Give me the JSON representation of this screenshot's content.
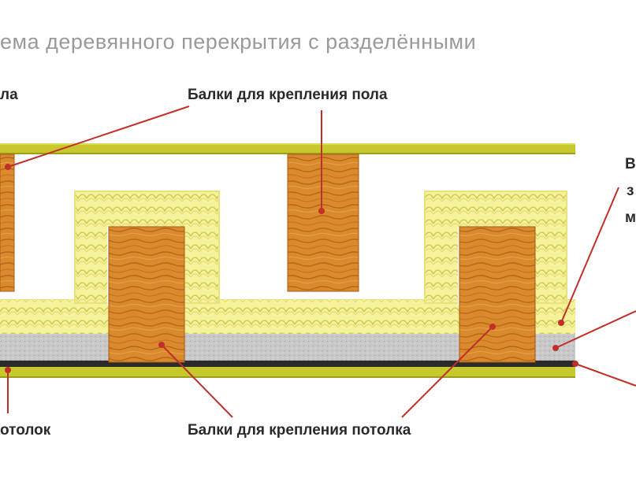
{
  "title": "ема деревянного перекрытия с разделёнными",
  "labels": {
    "left_top": "ла",
    "floor_beams": "Балки для крепления пола",
    "right_1": "В",
    "right_2": "з",
    "right_3": "м",
    "left_bottom": "отолок",
    "ceiling_beams": "Балки для крепления потолка"
  },
  "colors": {
    "board": "#c7c92e",
    "board_edge": "#9a9c1e",
    "insulation": "#f2f08a",
    "insulation_hatch": "#d2c954",
    "wood": "#d98a2c",
    "wood_grain": "#a85a14",
    "membrane": "#c9c9c9",
    "ceiling_board": "#2b2b2b",
    "leader": "#c0302b"
  }
}
